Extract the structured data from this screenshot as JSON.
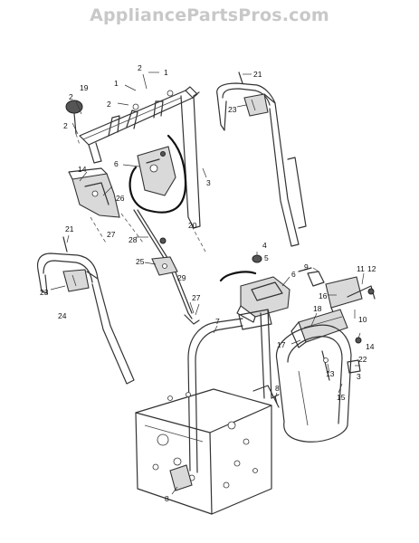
{
  "watermark": "AppliancePartsPros.com",
  "callouts": [
    {
      "id": "c1a",
      "label": "1"
    },
    {
      "id": "c1b",
      "label": "1"
    },
    {
      "id": "c2a",
      "label": "2"
    },
    {
      "id": "c2b",
      "label": "2"
    },
    {
      "id": "c2c",
      "label": "2"
    },
    {
      "id": "c2d",
      "label": "2"
    },
    {
      "id": "c3a",
      "label": "3"
    },
    {
      "id": "c3b",
      "label": "3"
    },
    {
      "id": "c4",
      "label": "4"
    },
    {
      "id": "c5",
      "label": "5"
    },
    {
      "id": "c6a",
      "label": "6"
    },
    {
      "id": "c6b",
      "label": "6"
    },
    {
      "id": "c7",
      "label": "7"
    },
    {
      "id": "c8a",
      "label": "8"
    },
    {
      "id": "c8b",
      "label": "8"
    },
    {
      "id": "c9",
      "label": "9"
    },
    {
      "id": "c10",
      "label": "10"
    },
    {
      "id": "c11",
      "label": "11"
    },
    {
      "id": "c12",
      "label": "12"
    },
    {
      "id": "c13",
      "label": "13"
    },
    {
      "id": "c14a",
      "label": "14"
    },
    {
      "id": "c14b",
      "label": "14"
    },
    {
      "id": "c15",
      "label": "15"
    },
    {
      "id": "c16",
      "label": "16"
    },
    {
      "id": "c17",
      "label": "17"
    },
    {
      "id": "c18",
      "label": "18"
    },
    {
      "id": "c19",
      "label": "19"
    },
    {
      "id": "c20",
      "label": "20"
    },
    {
      "id": "c21a",
      "label": "21"
    },
    {
      "id": "c21b",
      "label": "21"
    },
    {
      "id": "c22",
      "label": "22"
    },
    {
      "id": "c23a",
      "label": "23"
    },
    {
      "id": "c23b",
      "label": "23"
    },
    {
      "id": "c24",
      "label": "24"
    },
    {
      "id": "c25",
      "label": "25"
    },
    {
      "id": "c26",
      "label": "26"
    },
    {
      "id": "c27a",
      "label": "27"
    },
    {
      "id": "c27b",
      "label": "27"
    },
    {
      "id": "c28",
      "label": "28"
    },
    {
      "id": "c29",
      "label": "29"
    }
  ]
}
